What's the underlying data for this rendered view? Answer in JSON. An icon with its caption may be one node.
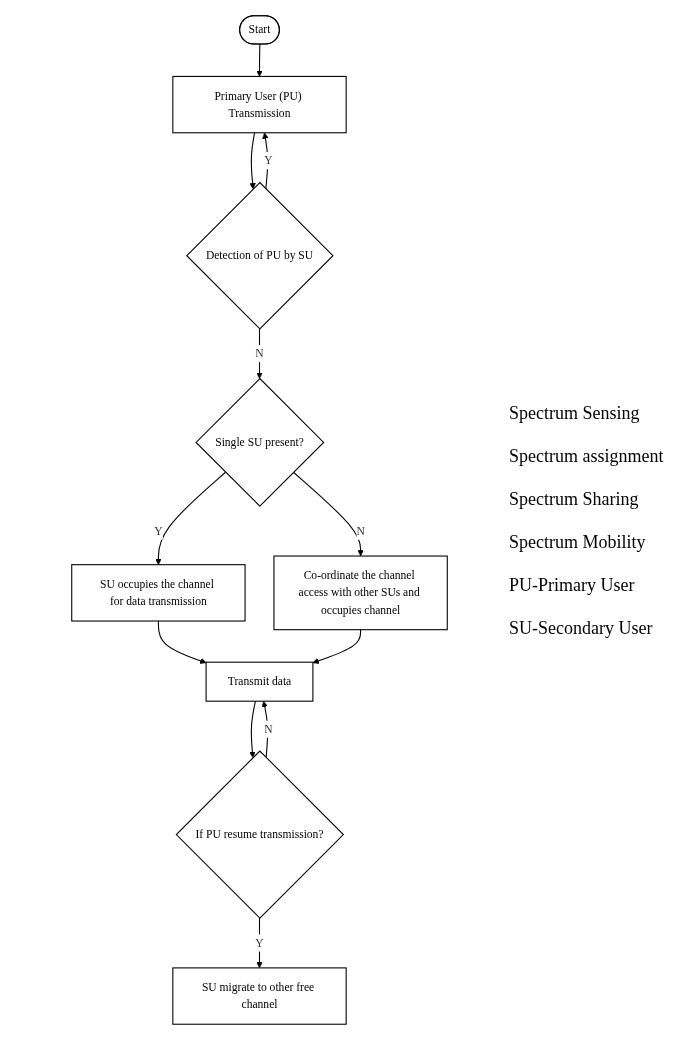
{
  "diagram": {
    "nodes": [
      {
        "text": [
          "Start"
        ]
      },
      {
        "text": [
          "Primary User (PU) Transmission"
        ]
      },
      {
        "text": [
          "Detection of PU by SU"
        ]
      },
      {
        "text": [
          "Single SU present?"
        ]
      },
      {
        "text": [
          "SU occupies the channel for data transmission"
        ]
      },
      {
        "text": [
          "Co-ordinate the channel access with other SUs and occupies channel"
        ]
      },
      {
        "text": [
          "Transmit data"
        ]
      },
      {
        "text": [
          "If PU resume transmission?"
        ]
      },
      {
        "text": [
          "SU migrate to other free channel"
        ]
      }
    ],
    "edges": [
      {
        "from": 0,
        "to": 1,
        "arrow": "to"
      },
      {
        "from": 1,
        "to": 2,
        "arrow": "to"
      },
      {
        "from": 2,
        "to": 1,
        "arrow": "to",
        "label": "Y"
      },
      {
        "from": 2,
        "to": 3,
        "arrow": "to",
        "label": "N"
      },
      {
        "from": 3,
        "to": 4,
        "arrow": "to",
        "label": "Y"
      },
      {
        "from": 3,
        "to": 5,
        "arrow": "to",
        "label": "N"
      },
      {
        "from": 4,
        "to": 6,
        "arrow": "to"
      },
      {
        "from": 5,
        "to": 6,
        "arrow": "to"
      },
      {
        "from": 6,
        "to": 7,
        "arrow": "to"
      },
      {
        "from": 7,
        "to": 6,
        "arrow": "to",
        "label": "N"
      },
      {
        "from": 7,
        "to": 8,
        "arrow": "to",
        "label": "Y"
      }
    ],
    "labels": [
      "Spectrum Sensing",
      "Spectrum assignment",
      "Spectrum Sharing",
      "Spectrum Mobility",
      "PU-Primary User",
      "SU-Secondary User"
    ]
  }
}
